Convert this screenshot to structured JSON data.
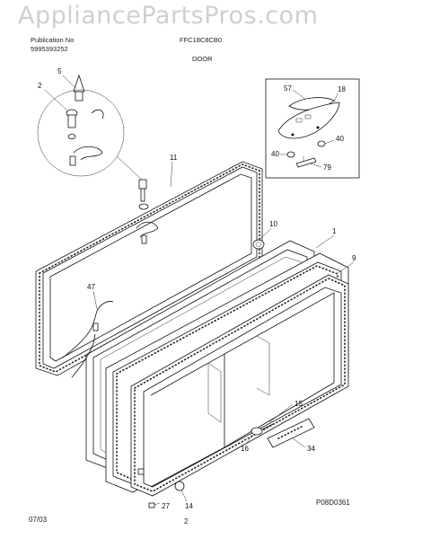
{
  "watermark": "AppliancePartsPros.com",
  "header": {
    "publication_label": "Publication No",
    "publication_number": "5995393252",
    "model": "FFC18C8CB0",
    "section": "DOOR"
  },
  "footer": {
    "date": "07/03",
    "page": "2",
    "diagram_code": "P08D0361"
  },
  "callouts": {
    "c5": "5",
    "c2": "2",
    "c11": "11",
    "c10": "10",
    "c1": "1",
    "c9": "9",
    "c47": "47",
    "c15": "15",
    "c16": "16",
    "c34": "34",
    "c14": "14",
    "c27": "27",
    "c57": "57",
    "c18": "18",
    "c40a": "40",
    "c40b": "40",
    "c79": "79"
  }
}
